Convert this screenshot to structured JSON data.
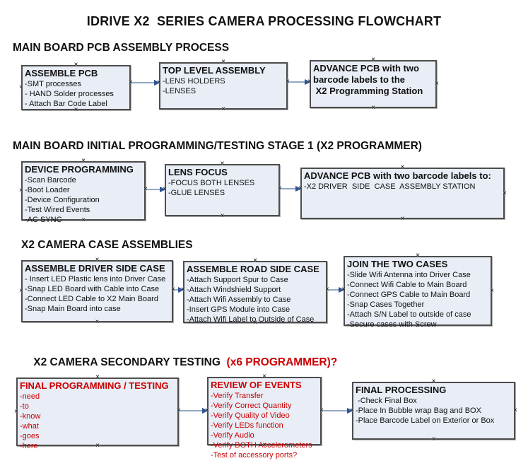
{
  "title": "IDRIVE X2  SERIES CAMERA PROCESSING FLOWCHART",
  "glyphs": {
    "handle": "×"
  },
  "colors": {
    "box_fill": "#e8edf6",
    "box_border": "#4d4d4d",
    "arrow_line": "#92a8c6",
    "arrow_head": "#2e5395",
    "red": "#cc0000",
    "text": "#111111"
  },
  "sections": [
    {
      "heading": "MAIN BOARD PCB ASSEMBLY PROCESS",
      "boxes": [
        {
          "title": "ASSEMBLE PCB",
          "items": [
            "-SMT processes",
            "- HAND Solder processes",
            "- Attach Bar Code Label"
          ]
        },
        {
          "title": "TOP LEVEL ASSEMBLY",
          "items": [
            "-LENS HOLDERS",
            "-LENSES"
          ]
        },
        {
          "title": "ADVANCE PCB with two\nbarcode labels to the\n X2 Programming Station",
          "items": []
        }
      ]
    },
    {
      "heading": "MAIN BOARD INITIAL PROGRAMMING/TESTING STAGE 1 (X2 PROGRAMMER)",
      "boxes": [
        {
          "title": "DEVICE PROGRAMMING",
          "items": [
            "-Scan Barcode",
            "-Boot Loader",
            "-Device Configuration",
            "-Test Wired Events",
            "-AC SYNC"
          ]
        },
        {
          "title": "LENS FOCUS",
          "items": [
            "-FOCUS BOTH LENSES",
            "-GLUE LENSES"
          ]
        },
        {
          "title": "ADVANCE PCB with two barcode labels to:",
          "items": [
            "-X2 DRIVER  SIDE  CASE  ASSEMBLY STATION"
          ]
        }
      ]
    },
    {
      "heading": "X2 CAMERA CASE ASSEMBLIES",
      "boxes": [
        {
          "title": "ASSEMBLE DRIVER SIDE CASE",
          "items": [
            "- Insert LED Plastic lens into Driver Case",
            "-Snap LED Board with Cable into Case",
            "-Connect LED Cable to X2 Main Board",
            "-Snap Main Board into case"
          ]
        },
        {
          "title": "ASSEMBLE ROAD SIDE CASE",
          "items": [
            "-Attach Support Spur to Case",
            "-Attach Windshield Support",
            "-Attach Wifi Assembly to Case",
            "-Insert GPS Module into Case",
            "-Attach Wifi Label to Outside of Case"
          ]
        },
        {
          "title": "JOIN THE TWO CASES",
          "items": [
            "-Slide Wifi Antenna into Driver Case",
            "-Connect Wifi Cable to Main Board",
            "-Connect GPS Cable to Main Board",
            "-Snap Cases Together",
            "-Attach S/N Label to outside of case",
            "-Secure cases with Screw"
          ]
        }
      ]
    },
    {
      "heading": "X2 CAMERA SECONDARY TESTING  ",
      "heading_suffix": "(x6 PROGRAMMER)?",
      "boxes": [
        {
          "title": "FINAL PROGRAMMING / TESTING",
          "items": [
            "-need",
            "-to",
            "-know",
            "-what",
            "-goes",
            "-here"
          ]
        },
        {
          "title": "REVIEW OF EVENTS",
          "items": [
            "-Verify Transfer",
            "-Verify Correct Quantity",
            "-Verify Quality of Video",
            "-Verify LEDs function",
            "-Verify Audio",
            "-Verify BOTH Accelerometers",
            "-Test of accessory ports?"
          ]
        },
        {
          "title": "FINAL PROCESSING",
          "items": [
            " -Check Final Box",
            "-Place In Bubble wrap Bag and BOX",
            "-Place Barcode Label on Exterior or Box"
          ]
        }
      ]
    }
  ]
}
